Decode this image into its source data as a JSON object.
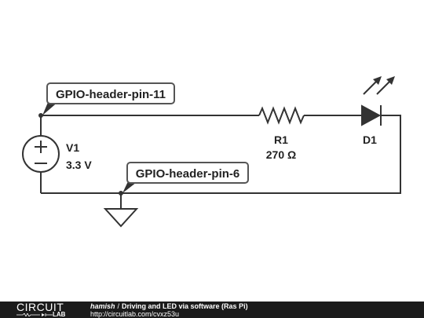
{
  "schematic": {
    "source": {
      "name": "V1",
      "value": "3.3 V",
      "plus": "+",
      "minus": "−"
    },
    "resistor": {
      "name": "R1",
      "value": "270 Ω"
    },
    "led": {
      "name": "D1"
    },
    "net_labels": {
      "top": "GPIO-header-pin-11",
      "bottom": "GPIO-header-pin-6"
    }
  },
  "footer": {
    "logo_top": "CIRCUIT",
    "logo_bottom": "LAB",
    "author": "hamish",
    "separator": "/",
    "title": "Driving and LED via software (Ras Pi)",
    "url": "http://circuitlab.com/cvxz53u"
  },
  "colors": {
    "wire": "#333333",
    "footer_bg": "#1b1b1b",
    "label_fill": "#ffffff",
    "label_stroke": "#555555"
  }
}
